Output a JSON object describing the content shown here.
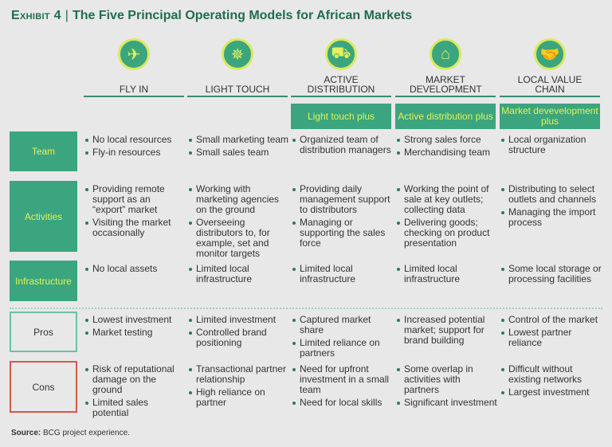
{
  "title": {
    "exhibit": "Exhibit 4",
    "text": "The Five Principal Operating Models for African Markets"
  },
  "columns": [
    {
      "label": "FLY IN",
      "icon": "airplane-icon",
      "glyph": "✈",
      "sub": null
    },
    {
      "label": "LIGHT TOUCH",
      "icon": "compass-icon",
      "glyph": "✵",
      "sub": null
    },
    {
      "label": "ACTIVE DISTRIBUTION",
      "icon": "truck-icon",
      "glyph": "⛟",
      "sub": "Light touch plus"
    },
    {
      "label": "MARKET DEVELOPMENT",
      "icon": "house-icon",
      "glyph": "⌂",
      "sub": "Active distribution plus"
    },
    {
      "label": "LOCAL VALUE CHAIN",
      "icon": "handshake-icon",
      "glyph": "🤝",
      "sub": "Market devevelopment plus"
    }
  ],
  "rows": [
    {
      "label": "Team",
      "style": "fill",
      "cells": [
        [
          "No local resources",
          "Fly-in resources"
        ],
        [
          "Small marketing team",
          "Small sales team"
        ],
        [
          "Organized team of distribution managers"
        ],
        [
          "Strong sales force",
          "Merchandising team"
        ],
        [
          "Local organization structure"
        ]
      ]
    },
    {
      "label": "Activities",
      "style": "fill",
      "cells": [
        [
          "Providing remote support as an “export” market",
          "Visiting the market occasionally"
        ],
        [
          "Working with marketing agencies on the ground",
          "Overseeing distributors to, for example, set and monitor targets"
        ],
        [
          "Providing daily management support to distributors",
          "Managing or supporting the sales force"
        ],
        [
          "Working the point of sale at key outlets; collecting data",
          "Delivering goods; checking on product presentation"
        ],
        [
          "Distributing to select outlets and channels",
          "Managing the import process"
        ]
      ]
    },
    {
      "label": "Infrastructure",
      "style": "fill",
      "cells": [
        [
          "No local assets"
        ],
        [
          "Limited local infrastructure"
        ],
        [
          "Limited local infrastructure"
        ],
        [
          "Limited local infrastructure"
        ],
        [
          "Some local storage or processing facilities"
        ]
      ]
    },
    {
      "label": "Pros",
      "style": "pros",
      "cells": [
        [
          "Lowest investment",
          "Market testing"
        ],
        [
          "Limited investment",
          "Controlled brand positioning"
        ],
        [
          "Captured market share",
          "Limited reliance on partners"
        ],
        [
          "Increased potential market; support for brand building"
        ],
        [
          "Control of the market",
          "Lowest partner reliance"
        ]
      ]
    },
    {
      "label": "Cons",
      "style": "cons",
      "cells": [
        [
          "Risk of reputational damage on the ground",
          "Limited sales potential"
        ],
        [
          "Transactional partner relationship",
          "High reliance on partner"
        ],
        [
          "Need for upfront investment in a small team",
          "Need for local skills"
        ],
        [
          "Some overlap in activities with partners",
          "Significant investment"
        ],
        [
          "Difficult without existing networks",
          "Largest investment"
        ]
      ]
    }
  ],
  "source": {
    "label": "Source:",
    "text": "BCG project experience."
  }
}
